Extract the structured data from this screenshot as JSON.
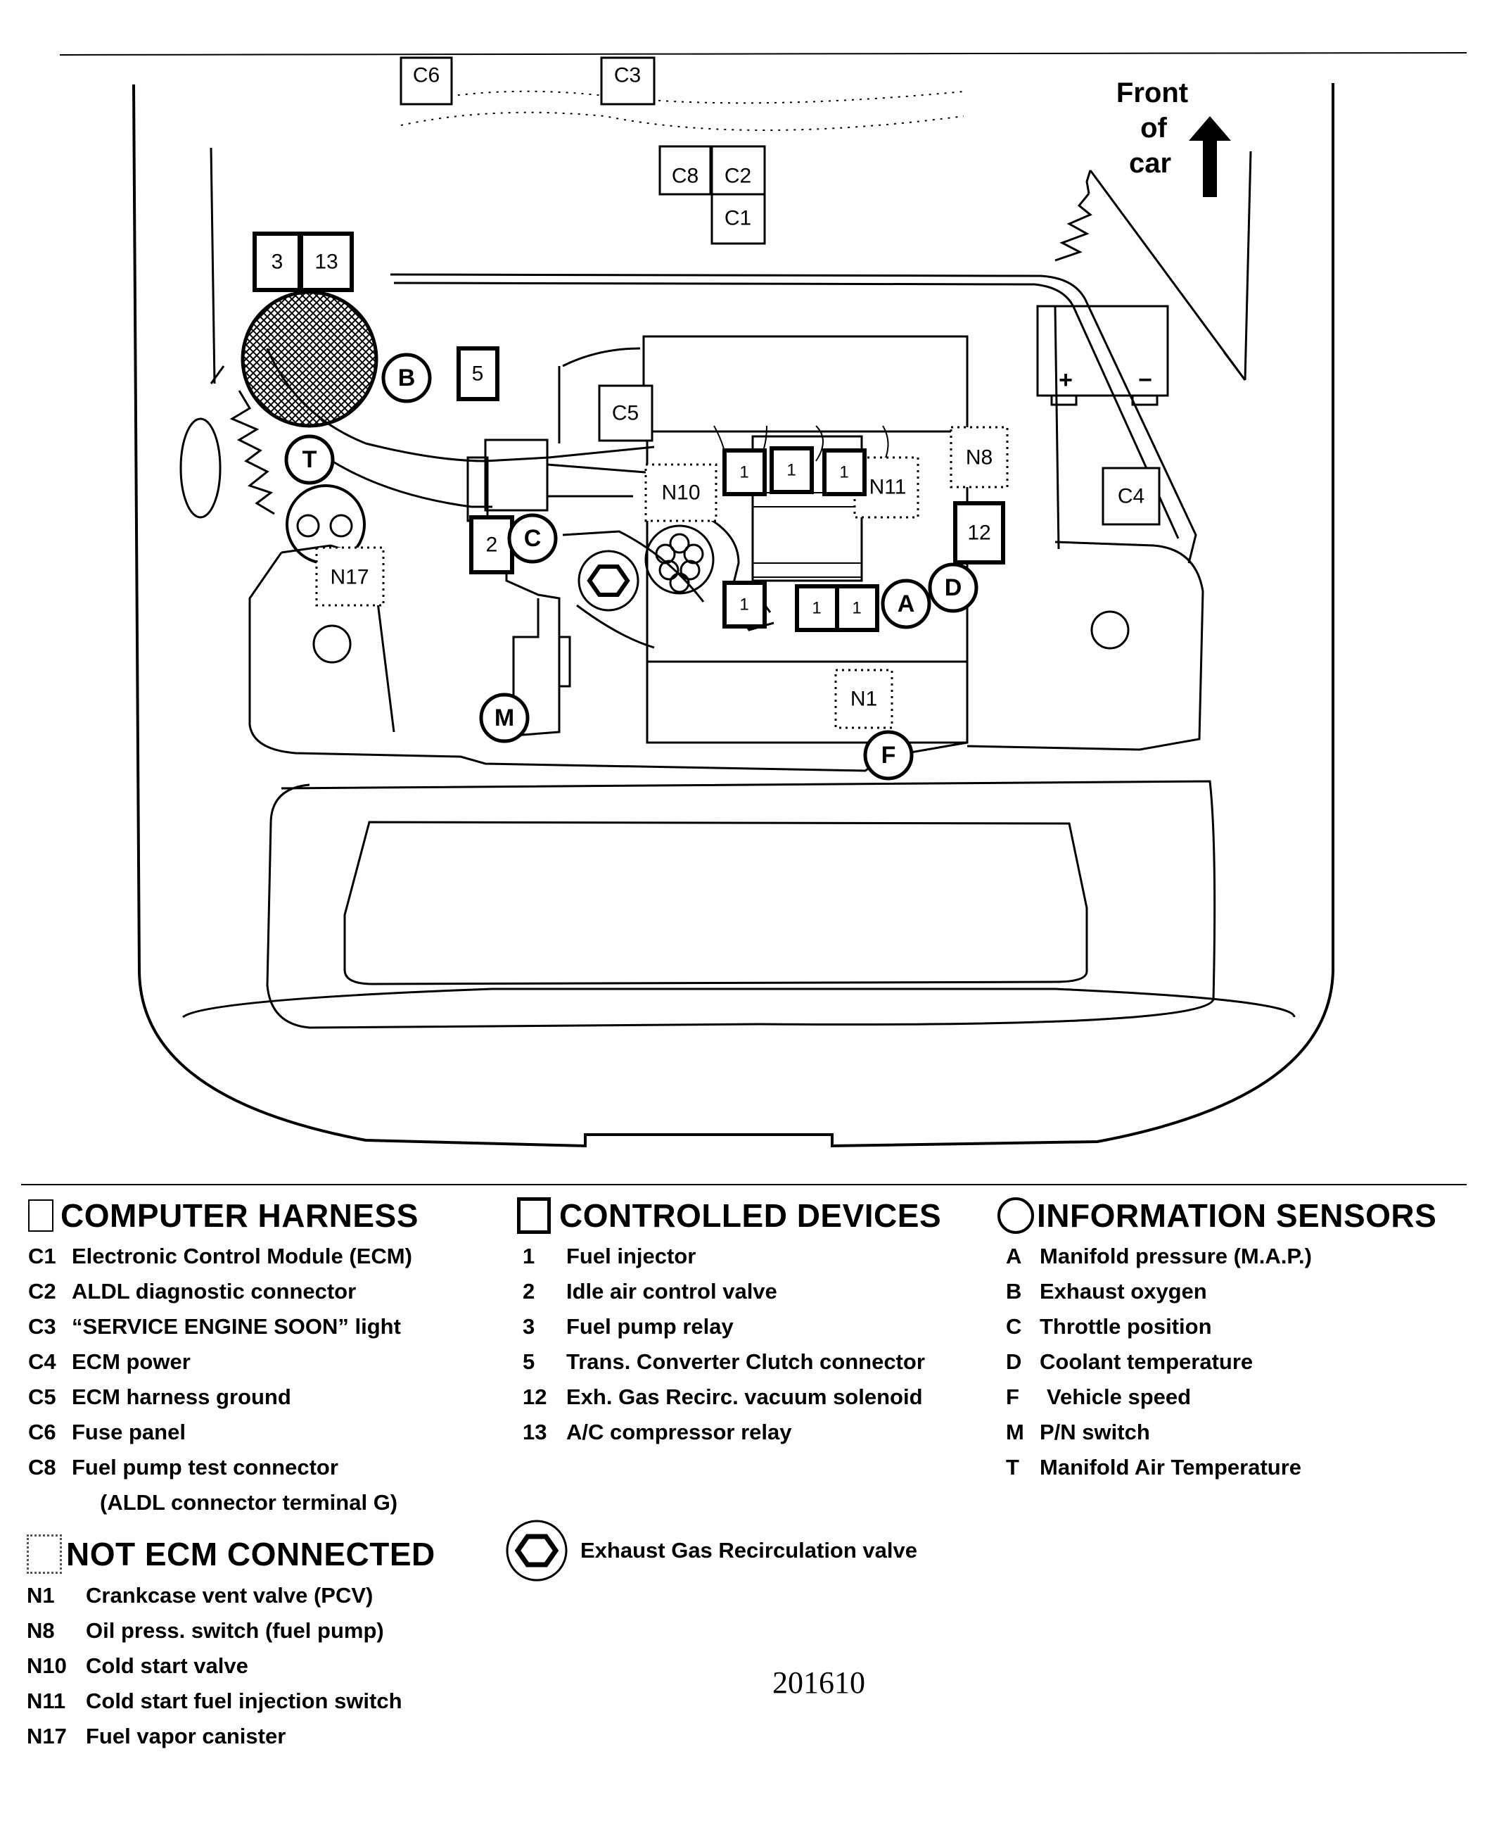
{
  "front_of_car": [
    "Front",
    "of",
    "car"
  ],
  "components": {
    "C6": "C6",
    "C3": "C3",
    "C8": "C8",
    "C2": "C2",
    "C1": "C1",
    "C5": "C5",
    "C4": "C4",
    "N8": "N8",
    "N10": "N10",
    "N11": "N11",
    "N17": "N17",
    "N1": "N1",
    "d3": "3",
    "d13": "13",
    "d5": "5",
    "d12": "12",
    "d2": "2",
    "d1": "1",
    "sB": "B",
    "sT": "T",
    "sC": "C",
    "sA": "A",
    "sD": "D",
    "sM": "M",
    "sF": "F",
    "plus": "+",
    "minus": "−"
  },
  "legend": {
    "computer_harness": {
      "title": "COMPUTER HARNESS",
      "items": [
        {
          "code": "C1",
          "text": "Electronic Control Module (ECM)"
        },
        {
          "code": "C2",
          "text": "ALDL diagnostic connector"
        },
        {
          "code": "C3",
          "text": "“SERVICE ENGINE SOON” light"
        },
        {
          "code": "C4",
          "text": "ECM power"
        },
        {
          "code": "C5",
          "text": "ECM harness ground"
        },
        {
          "code": "C6",
          "text": "Fuse panel"
        },
        {
          "code": "C8",
          "text": "Fuel pump test connector"
        },
        {
          "code": "",
          "text": "(ALDL connector terminal G)"
        }
      ]
    },
    "controlled_devices": {
      "title": "CONTROLLED DEVICES",
      "items": [
        {
          "code": "1",
          "text": "Fuel injector"
        },
        {
          "code": "2",
          "text": "Idle air control valve"
        },
        {
          "code": "3",
          "text": "Fuel pump relay"
        },
        {
          "code": "5",
          "text": "Trans. Converter Clutch connector"
        },
        {
          "code": "12",
          "text": "Exh. Gas Recirc. vacuum solenoid"
        },
        {
          "code": "13",
          "text": "A/C compressor relay"
        }
      ]
    },
    "information_sensors": {
      "title": "INFORMATION SENSORS",
      "items": [
        {
          "code": "A",
          "text": "Manifold pressure (M.A.P.)"
        },
        {
          "code": "B",
          "text": "Exhaust oxygen"
        },
        {
          "code": "C",
          "text": "Throttle position"
        },
        {
          "code": "D",
          "text": "Coolant temperature"
        },
        {
          "code": "F",
          "text": "Vehicle speed"
        },
        {
          "code": "M",
          "text": "P/N switch"
        },
        {
          "code": "T",
          "text": "Manifold Air Temperature"
        }
      ]
    },
    "not_ecm_connected": {
      "title": "NOT ECM CONNECTED",
      "items": [
        {
          "code": "N1",
          "text": "Crankcase vent valve (PCV)"
        },
        {
          "code": "N8",
          "text": "Oil press. switch (fuel pump)"
        },
        {
          "code": "N10",
          "text": "Cold start valve"
        },
        {
          "code": "N11",
          "text": "Cold start fuel injection switch"
        },
        {
          "code": "N17",
          "text": "Fuel vapor canister"
        }
      ]
    },
    "egr_valve": "Exhaust Gas Recirculation valve"
  },
  "figure_number": "201610"
}
